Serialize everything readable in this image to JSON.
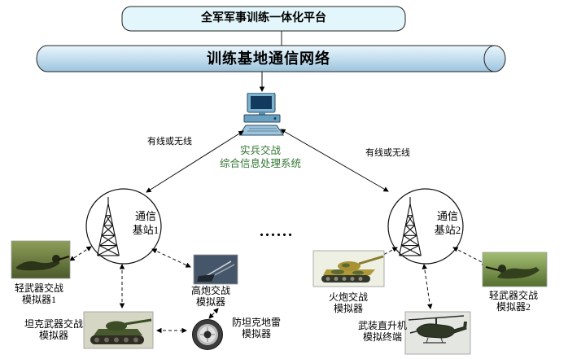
{
  "colors": {
    "platform_box_fill": "#e2f6fb",
    "cylinder_fill": "#bcd9ec",
    "system_label_text": "#337733"
  },
  "diagram": {
    "platform_box": "全军军事训练一体化平台",
    "network_cylinder": "训练基地通信网络",
    "processing_system": {
      "line1": "实兵交战",
      "line2": "综合信息处理系统"
    },
    "link_label_left": "有线或无线",
    "link_label_right": "有线或无线",
    "station1": {
      "line1": "通信",
      "line2": "基站1"
    },
    "station2": {
      "line1": "通信",
      "line2": "基站2"
    },
    "ellipsis": "......",
    "simulators": {
      "light_weapon_1": {
        "line1": "轻武器交战",
        "line2": "模拟器1"
      },
      "tank_weapon": {
        "line1": "坦克武器交战",
        "line2": "模拟器"
      },
      "aa_gun": {
        "line1": "高炮交战",
        "line2": "模拟器"
      },
      "antitank_mine": {
        "line1": "防坦克地雷",
        "line2": "模拟器"
      },
      "artillery": {
        "line1": "火炮交战",
        "line2": "模拟器"
      },
      "helicopter": {
        "line1": "武装直升机",
        "line2": "模拟终端"
      },
      "light_weapon_2": {
        "line1": "轻武器交战",
        "line2": "模拟器2"
      }
    }
  }
}
